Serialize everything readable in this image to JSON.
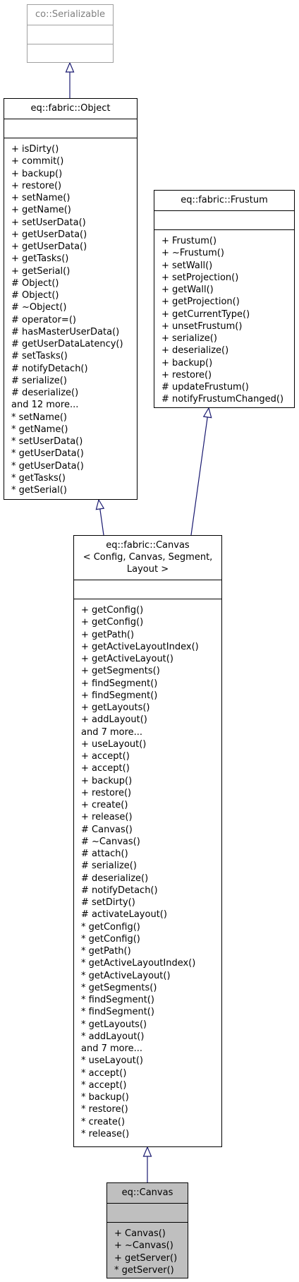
{
  "diagram": {
    "serializable": {
      "title": "co::Serializable",
      "members": []
    },
    "object": {
      "title": "eq::fabric::Object",
      "members": [
        "+ isDirty()",
        "+ commit()",
        "+ backup()",
        "+ restore()",
        "+ setName()",
        "+ getName()",
        "+ setUserData()",
        "+ getUserData()",
        "+ getUserData()",
        "+ getTasks()",
        "+ getSerial()",
        "# Object()",
        "# Object()",
        "# ~Object()",
        "# operator=()",
        "# hasMasterUserData()",
        "# getUserDataLatency()",
        "# setTasks()",
        "# notifyDetach()",
        "# serialize()",
        "# deserialize()",
        "and 12 more...",
        "* setName()",
        "* getName()",
        "* setUserData()",
        "* getUserData()",
        "* getUserData()",
        "* getTasks()",
        "* getSerial()"
      ]
    },
    "frustum": {
      "title": "eq::fabric::Frustum",
      "members": [
        "+ Frustum()",
        "+ ~Frustum()",
        "+ setWall()",
        "+ setProjection()",
        "+ getWall()",
        "+ getProjection()",
        "+ getCurrentType()",
        "+ unsetFrustum()",
        "+ serialize()",
        "+ deserialize()",
        "+ backup()",
        "+ restore()",
        "# updateFrustum()",
        "# notifyFrustumChanged()"
      ]
    },
    "fabric_canvas": {
      "title_lines": [
        "eq::fabric::Canvas",
        "< Config, Canvas, Segment,",
        "Layout >"
      ],
      "members": [
        "+ getConfig()",
        "+ getConfig()",
        "+ getPath()",
        "+ getActiveLayoutIndex()",
        "+ getActiveLayout()",
        "+ getSegments()",
        "+ findSegment()",
        "+ findSegment()",
        "+ getLayouts()",
        "+ addLayout()",
        "and 7 more...",
        "+ useLayout()",
        "+ accept()",
        "+ accept()",
        "+ backup()",
        "+ restore()",
        "+ create()",
        "+ release()",
        "# Canvas()",
        "# ~Canvas()",
        "# attach()",
        "# serialize()",
        "# deserialize()",
        "# notifyDetach()",
        "# setDirty()",
        "# activateLayout()",
        "* getConfig()",
        "* getConfig()",
        "* getPath()",
        "* getActiveLayoutIndex()",
        "* getActiveLayout()",
        "* getSegments()",
        "* findSegment()",
        "* findSegment()",
        "* getLayouts()",
        "* addLayout()",
        "and 7 more...",
        "* useLayout()",
        "* accept()",
        "* accept()",
        "* backup()",
        "* restore()",
        "* create()",
        "* release()"
      ]
    },
    "eq_canvas": {
      "title": "eq::Canvas",
      "members": [
        "+ Canvas()",
        "+ ~Canvas()",
        "+ getServer()",
        "* getServer()"
      ]
    }
  },
  "colors": {
    "edge": "#191970",
    "self_fill": "#bfbfbf",
    "grey_border": "#a0a0a0",
    "grey_text": "#808080"
  }
}
